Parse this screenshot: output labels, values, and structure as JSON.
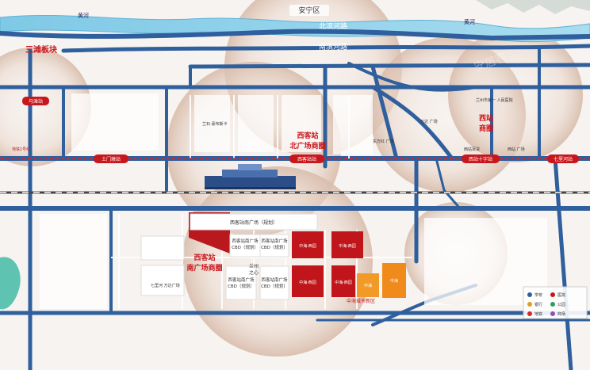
{
  "labels": {
    "district_anning": "安宁区",
    "river_top": "黄河",
    "river_road": "北滨河路",
    "river_right": "黄河",
    "river_road_south": "南滨河路",
    "sanxiaban": "三滩板块",
    "majiaping_station": "马滩站",
    "tumenduo_station": "土门墩站",
    "xike_station": "西客站站",
    "xizhan_shizi_station": "西站十字站",
    "qilihe_station": "七里河站",
    "xike_north_square": "西客站\n北广场商圈",
    "xike_south_square": "西客站\n南广场商圈",
    "xizhan_shangquan": "西站\n商圈",
    "lanzhou_heart": "兰州\n之心",
    "xike_square_plan": "西客站南广场（规划）",
    "cbd_1": "西客站南广场\nCBD（规划）",
    "cbd_2": "西客站南广场\nCBD（规划）",
    "cbd_3": "西客站南广场\nCBD（规划）",
    "cbd_4": "西客站南广场\nCBD（规划）",
    "project_red_1": "中海·西园",
    "project_red_2": "中海·西园",
    "yongjia_1": "东方红\n广场",
    "wanda": "万达\n广场",
    "xizhan_square": "西站\n广场",
    "qilihe_square": "七里河\n万达广场",
    "sanshi_comp": "兰石·豪布斯卡",
    "green_park": "兰州市第一\n人民医院",
    "xizhan_dept": "西站百货",
    "zhonghai_label": "中海城市新区",
    "metro_note": "地铁1号线"
  },
  "legend": {
    "items": [
      {
        "icon": "school",
        "label": "学校"
      },
      {
        "icon": "hospital",
        "label": "医院"
      },
      {
        "icon": "bank",
        "label": "银行"
      },
      {
        "icon": "park",
        "label": "公园"
      },
      {
        "icon": "metro",
        "label": "地铁"
      },
      {
        "icon": "mall",
        "label": "商场"
      }
    ]
  },
  "watermark": "安居客"
}
